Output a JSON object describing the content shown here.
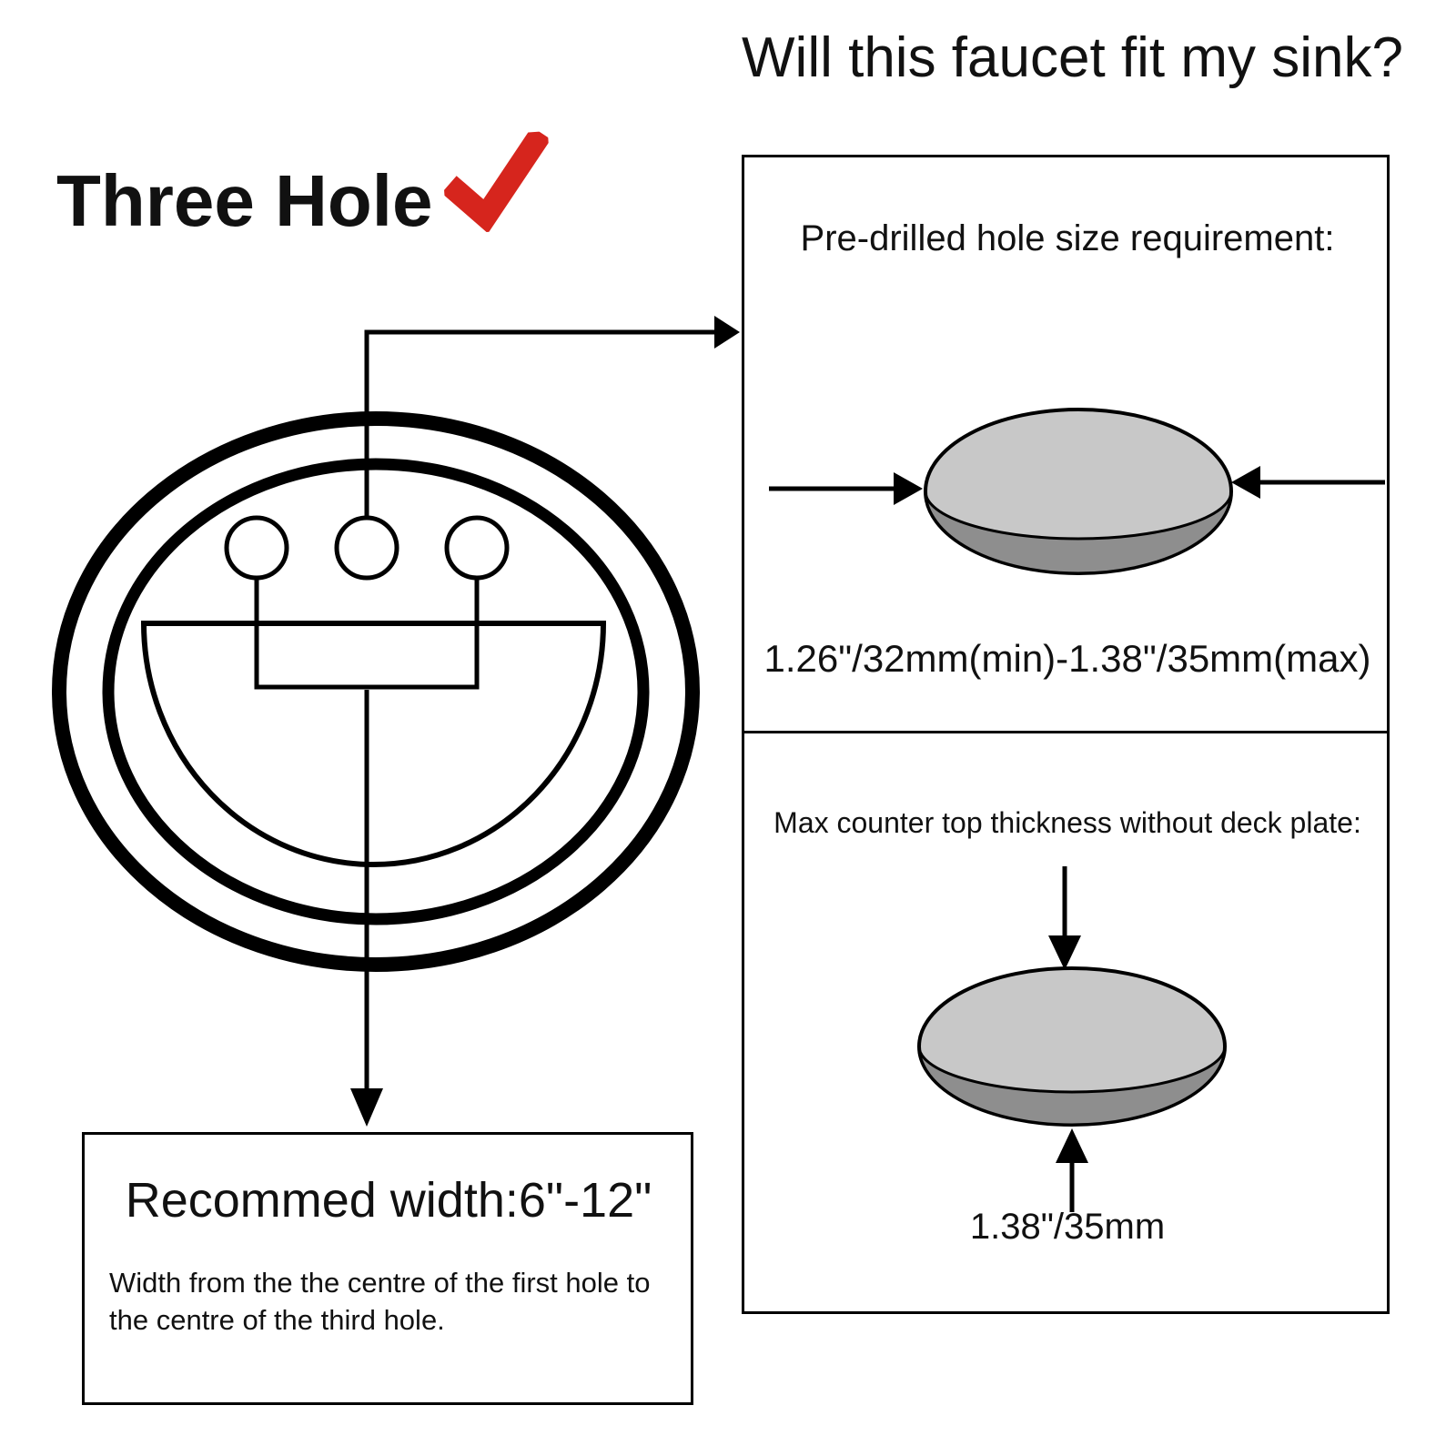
{
  "title": "Will this faucet fit my sink?",
  "option": {
    "heading": "Three Hole"
  },
  "panel": {
    "hole_size": {
      "heading": "Pre-drilled hole size requirement:",
      "dimension": "1.26\"/32mm(min)-1.38\"/35mm(max)"
    },
    "thickness": {
      "heading": "Max counter top thickness without deck plate:",
      "dimension": "1.38\"/35mm"
    }
  },
  "width_box": {
    "heading": "Recommed width:6\"-12\"",
    "description": "Width from the the centre of the first hole to the centre of the third hole."
  },
  "colors": {
    "checkmark": "#d6251d",
    "hole_light": "#c8c8c8",
    "hole_dark": "#8e8e8e",
    "line": "#000000"
  }
}
